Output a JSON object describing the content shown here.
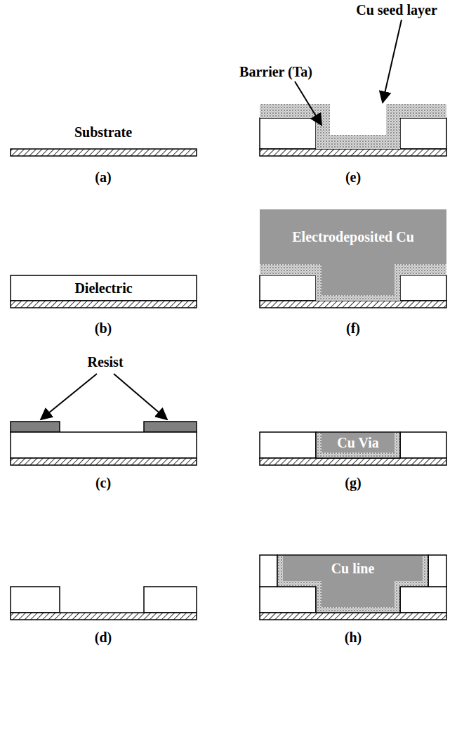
{
  "diagram": {
    "nodes": [
      {
        "text": [
          "Dielectric"
        ]
      },
      {
        "text": [
          "Electrodeposited Cu"
        ]
      },
      {
        "text": [
          "Cu Via"
        ]
      },
      {
        "text": [
          "Cu line"
        ]
      }
    ],
    "labels": [
      "Substrate",
      "(a)",
      "(b)",
      "Resist",
      "(c)",
      "(d)",
      "Cu seed layer",
      "Barrier (Ta)",
      "(e)",
      "(f)",
      "(g)",
      "(h)"
    ]
  }
}
